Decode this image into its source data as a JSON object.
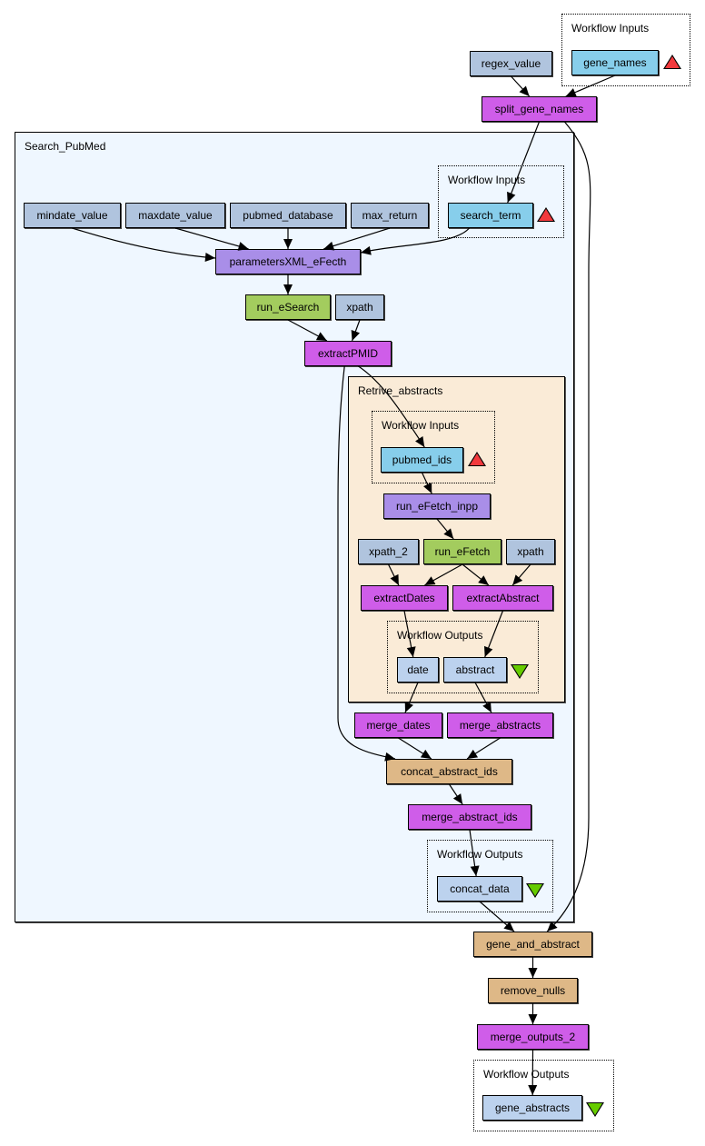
{
  "colors": {
    "constant": "#b0c4de",
    "input_port": "#87ceeb",
    "output_port": "#bcd2ee",
    "beanshell": "#cf5de9",
    "xml_splitter": "#a98ee8",
    "wsdl_service": "#a3cc5e",
    "local_worker": "#deb887",
    "outer_cluster_bg": "#eff7ff",
    "inner_cluster_bg": "#faebd7",
    "input_triangle": "#f2393d",
    "output_triangle": "#66cc00"
  },
  "clusters": {
    "top_inputs": {
      "label": "Workflow Inputs"
    },
    "search_pubmed": {
      "label": "Search_PubMed"
    },
    "sp_inputs": {
      "label": "Workflow Inputs"
    },
    "retrive_abstracts": {
      "label": "Retrive_abstracts"
    },
    "ra_inputs": {
      "label": "Workflow Inputs"
    },
    "ra_outputs": {
      "label": "Workflow Outputs"
    },
    "sp_outputs": {
      "label": "Workflow Outputs"
    },
    "top_outputs": {
      "label": "Workflow Outputs"
    }
  },
  "nodes": {
    "regex_value": {
      "label": "regex_value",
      "type": "constant"
    },
    "gene_names": {
      "label": "gene_names",
      "type": "input_port"
    },
    "split_gene_names": {
      "label": "split_gene_names",
      "type": "beanshell"
    },
    "mindate_value": {
      "label": "mindate_value",
      "type": "constant"
    },
    "maxdate_value": {
      "label": "maxdate_value",
      "type": "constant"
    },
    "pubmed_database": {
      "label": "pubmed_database",
      "type": "constant"
    },
    "max_return": {
      "label": "max_return",
      "type": "constant"
    },
    "search_term": {
      "label": "search_term",
      "type": "input_port"
    },
    "parametersXML_eFecth": {
      "label": "parametersXML_eFecth",
      "type": "xml_splitter"
    },
    "run_eSearch": {
      "label": "run_eSearch",
      "type": "wsdl_service"
    },
    "xpath_sp": {
      "label": "xpath",
      "type": "constant"
    },
    "extractPMID": {
      "label": "extractPMID",
      "type": "beanshell"
    },
    "pubmed_ids": {
      "label": "pubmed_ids",
      "type": "input_port"
    },
    "run_eFetch_inpp": {
      "label": "run_eFetch_inpp",
      "type": "xml_splitter"
    },
    "xpath_2": {
      "label": "xpath_2",
      "type": "constant"
    },
    "run_eFetch": {
      "label": "run_eFetch",
      "type": "wsdl_service"
    },
    "xpath_ra": {
      "label": "xpath",
      "type": "constant"
    },
    "extractDates": {
      "label": "extractDates",
      "type": "beanshell"
    },
    "extractAbstract": {
      "label": "extractAbstract",
      "type": "beanshell"
    },
    "date": {
      "label": "date",
      "type": "output_port"
    },
    "abstract": {
      "label": "abstract",
      "type": "output_port"
    },
    "merge_dates": {
      "label": "merge_dates",
      "type": "beanshell"
    },
    "merge_abstracts": {
      "label": "merge_abstracts",
      "type": "beanshell"
    },
    "concat_abstract_ids": {
      "label": "concat_abstract_ids",
      "type": "local_worker"
    },
    "merge_abstract_ids": {
      "label": "merge_abstract_ids",
      "type": "beanshell"
    },
    "concat_data": {
      "label": "concat_data",
      "type": "output_port"
    },
    "gene_and_abstract": {
      "label": "gene_and_abstract",
      "type": "local_worker"
    },
    "remove_nulls": {
      "label": "remove_nulls",
      "type": "local_worker"
    },
    "merge_outputs_2": {
      "label": "merge_outputs_2",
      "type": "beanshell"
    },
    "gene_abstracts": {
      "label": "gene_abstracts",
      "type": "output_port"
    }
  },
  "edges": [
    [
      "regex_value",
      "split_gene_names"
    ],
    [
      "gene_names",
      "split_gene_names"
    ],
    [
      "split_gene_names",
      "search_term"
    ],
    [
      "split_gene_names",
      "gene_and_abstract"
    ],
    [
      "mindate_value",
      "parametersXML_eFecth"
    ],
    [
      "maxdate_value",
      "parametersXML_eFecth"
    ],
    [
      "pubmed_database",
      "parametersXML_eFecth"
    ],
    [
      "max_return",
      "parametersXML_eFecth"
    ],
    [
      "search_term",
      "parametersXML_eFecth"
    ],
    [
      "parametersXML_eFecth",
      "run_eSearch"
    ],
    [
      "run_eSearch",
      "extractPMID"
    ],
    [
      "xpath_sp",
      "extractPMID"
    ],
    [
      "extractPMID",
      "pubmed_ids"
    ],
    [
      "extractPMID",
      "concat_abstract_ids"
    ],
    [
      "pubmed_ids",
      "run_eFetch_inpp"
    ],
    [
      "run_eFetch_inpp",
      "run_eFetch"
    ],
    [
      "xpath_2",
      "extractDates"
    ],
    [
      "run_eFetch",
      "extractDates"
    ],
    [
      "run_eFetch",
      "extractAbstract"
    ],
    [
      "xpath_ra",
      "extractAbstract"
    ],
    [
      "extractDates",
      "date"
    ],
    [
      "extractAbstract",
      "abstract"
    ],
    [
      "date",
      "merge_dates"
    ],
    [
      "abstract",
      "merge_abstracts"
    ],
    [
      "merge_dates",
      "concat_abstract_ids"
    ],
    [
      "merge_abstracts",
      "concat_abstract_ids"
    ],
    [
      "concat_abstract_ids",
      "merge_abstract_ids"
    ],
    [
      "merge_abstract_ids",
      "concat_data"
    ],
    [
      "concat_data",
      "gene_and_abstract"
    ],
    [
      "gene_and_abstract",
      "remove_nulls"
    ],
    [
      "remove_nulls",
      "merge_outputs_2"
    ],
    [
      "merge_outputs_2",
      "gene_abstracts"
    ]
  ]
}
